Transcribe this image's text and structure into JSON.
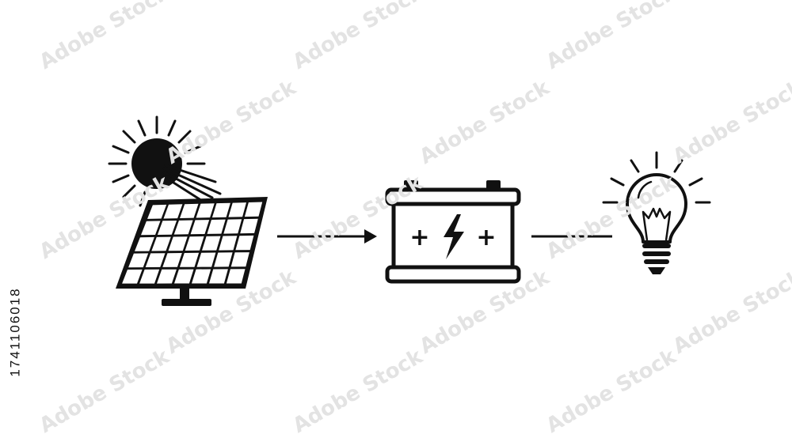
{
  "diagram": {
    "nodes": [
      {
        "id": "solar",
        "icon": "solar-panel-with-sun-icon"
      },
      {
        "id": "battery",
        "icon": "car-battery-icon",
        "symbols": [
          "+",
          "+"
        ]
      },
      {
        "id": "lamp",
        "icon": "light-bulb-icon"
      }
    ],
    "edges": [
      {
        "from": "solar",
        "to": "battery",
        "style": "arrow"
      },
      {
        "from": "battery",
        "to": "lamp",
        "style": "line"
      }
    ],
    "colors": {
      "ink": "#111111",
      "background": "#ffffff",
      "watermark": "#e3e3e3"
    }
  },
  "stock_id": "1741106018",
  "watermark": "Adobe Stock"
}
